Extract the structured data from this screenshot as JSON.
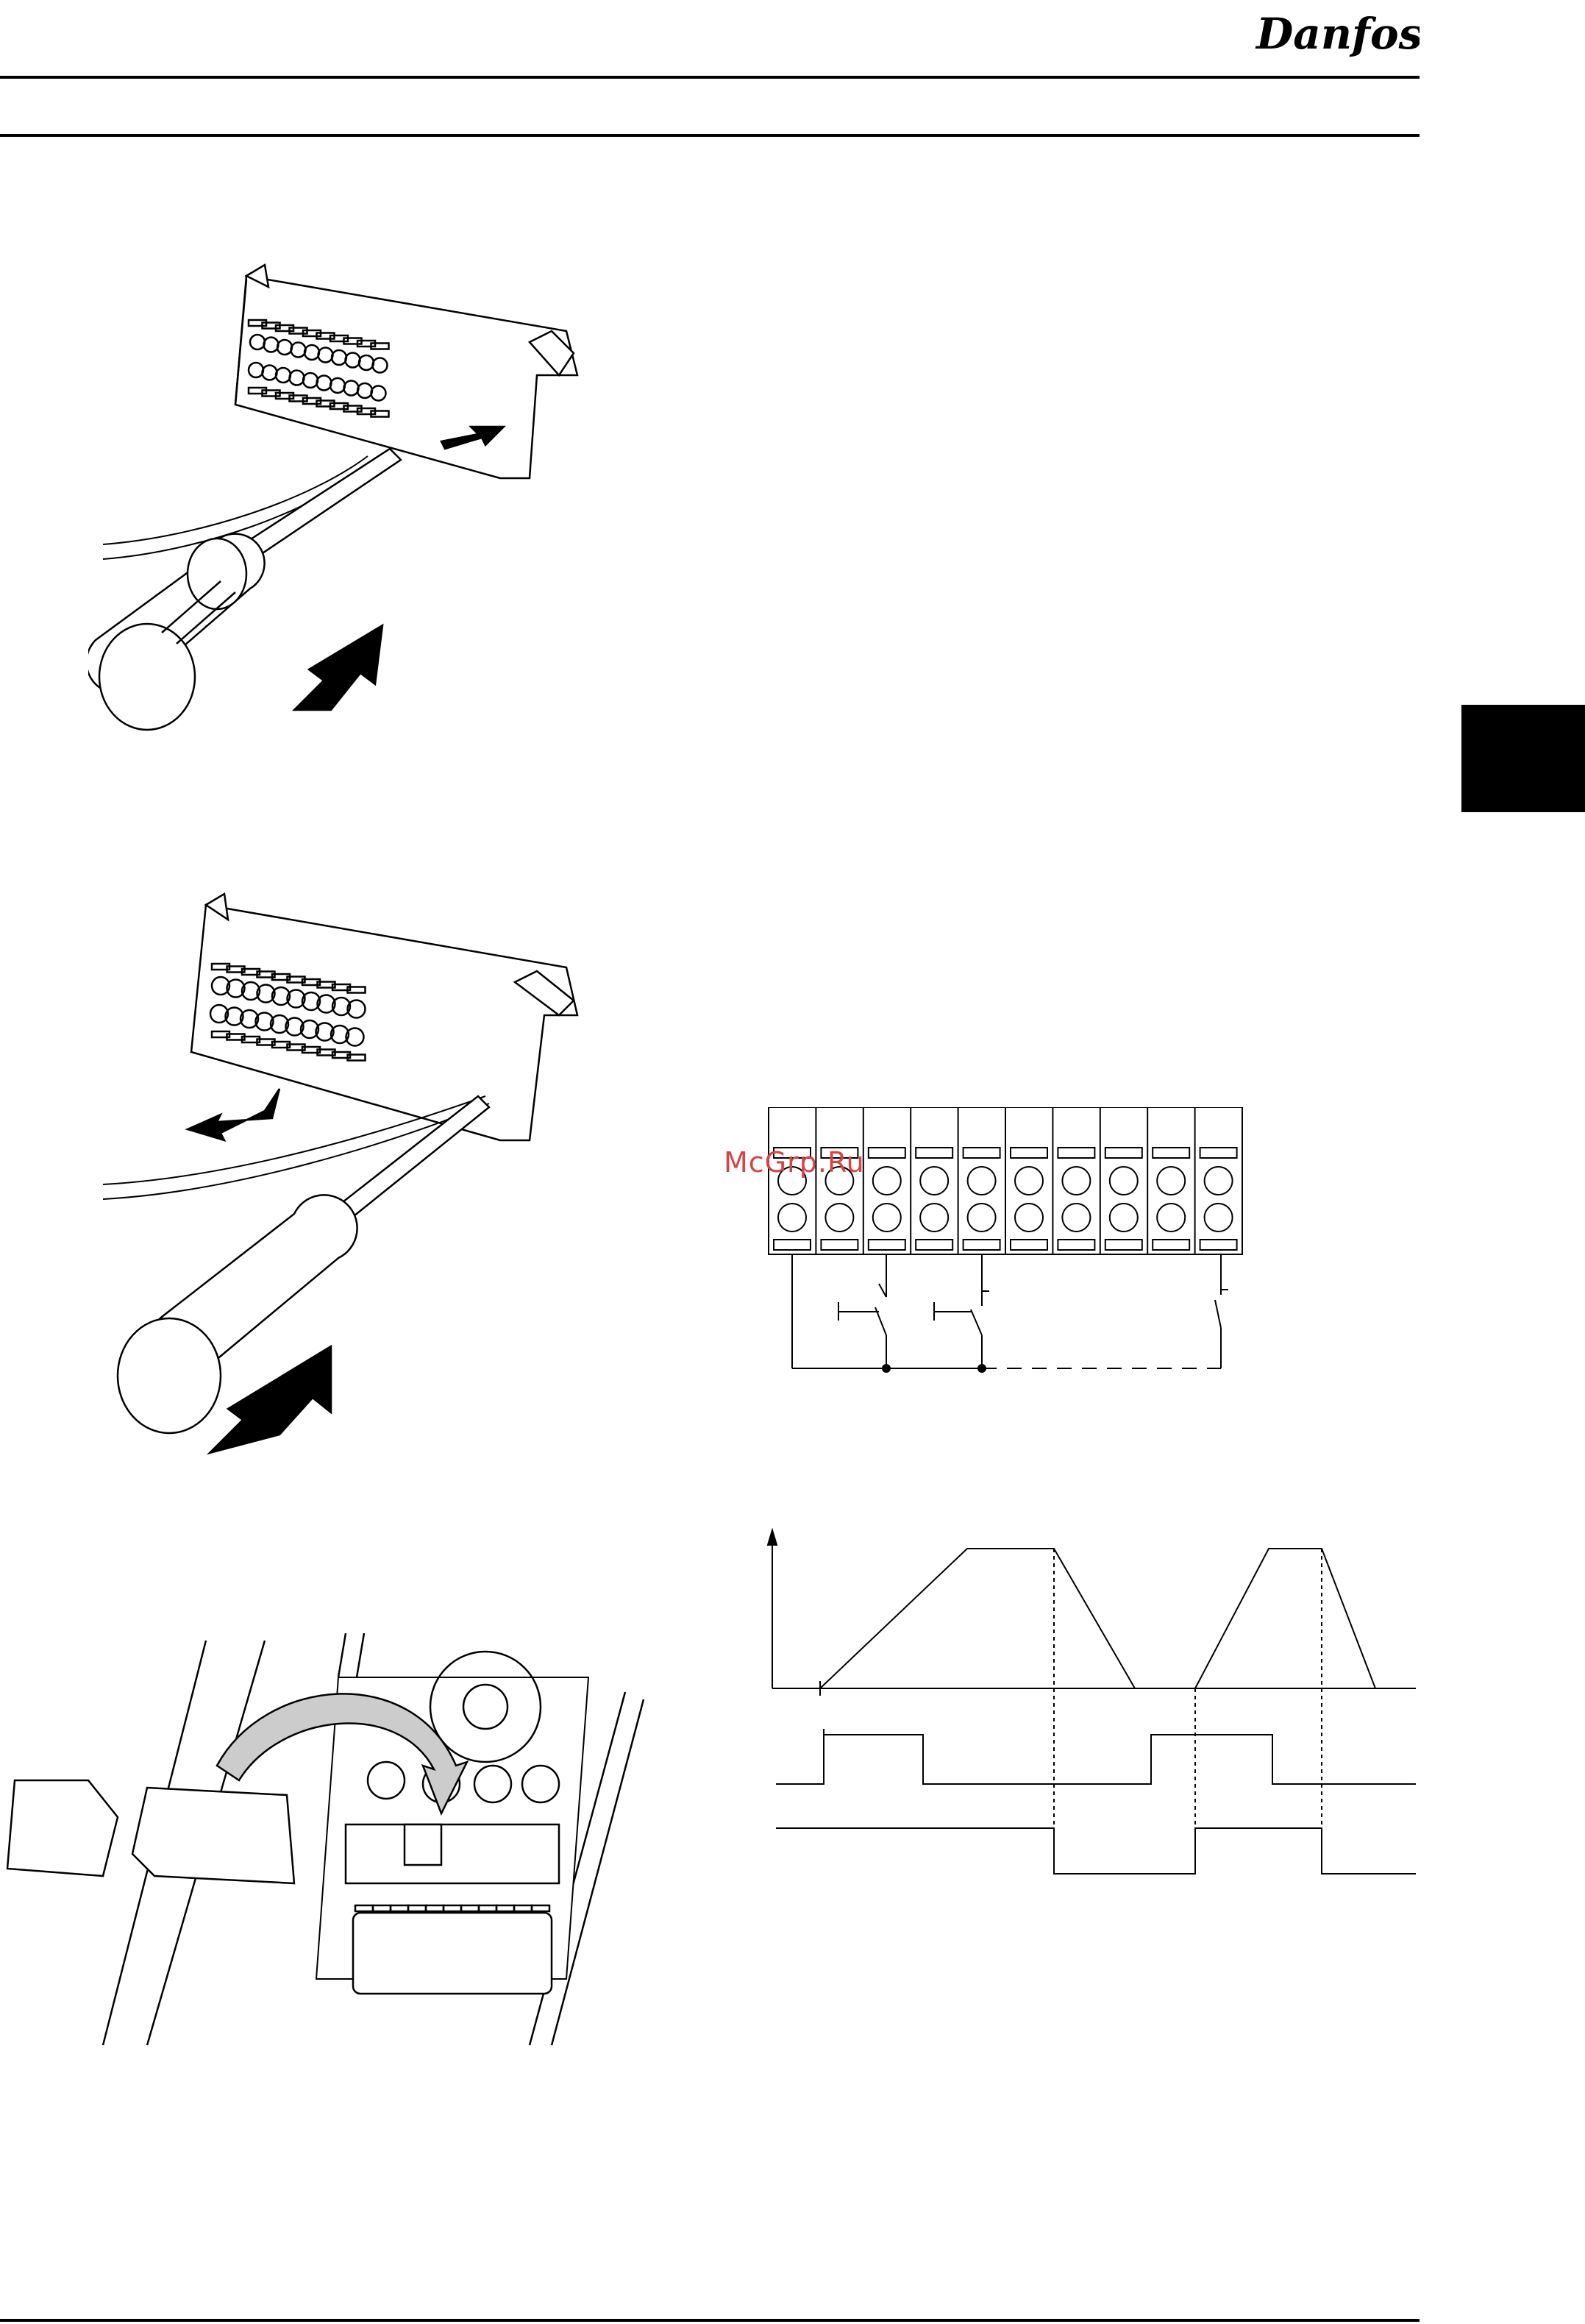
{
  "header": {
    "logo_text": "Danfoss"
  },
  "watermark": {
    "text": "McGrp.Ru"
  },
  "figures": [
    {
      "id": "insert-wire",
      "description": ""
    },
    {
      "id": "remove-wire",
      "description": ""
    },
    {
      "id": "mount-terminals",
      "description": ""
    },
    {
      "id": "terminal-switch-wiring",
      "description": ""
    },
    {
      "id": "ramp-timing-diagram",
      "description": ""
    }
  ],
  "colors": {
    "ink": "#000000",
    "paper": "#ffffff",
    "watermark": "#d64545",
    "arrow-grey": "#cccccc"
  }
}
